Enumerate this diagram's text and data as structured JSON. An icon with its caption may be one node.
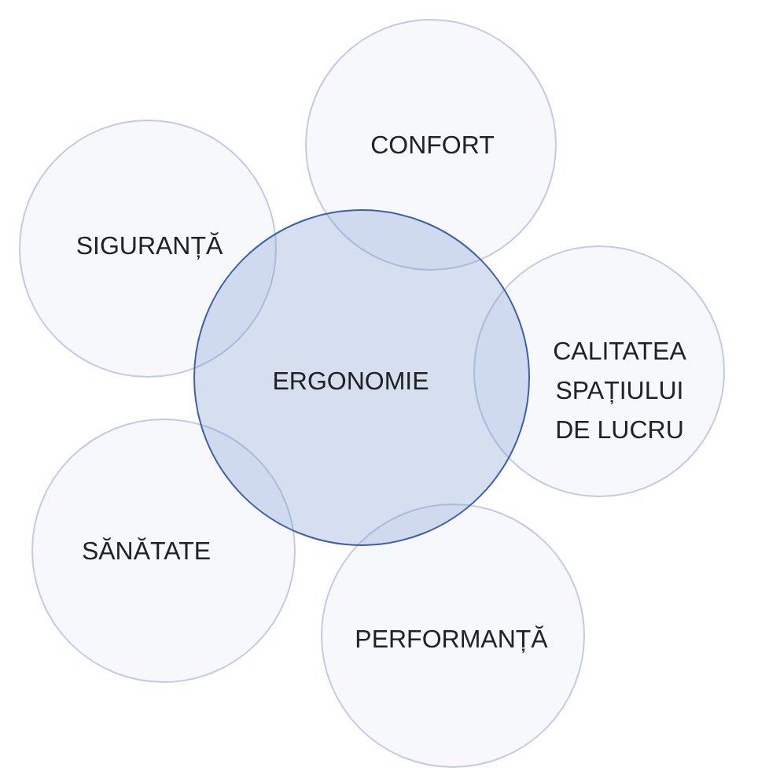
{
  "diagram": {
    "nodes": [
      {
        "text": [
          "CONFORT"
        ]
      },
      {
        "text": [
          "SIGURANȚĂ"
        ]
      },
      {
        "text": [
          "ERGONOMIE"
        ]
      },
      {
        "text": [
          "CALITATEA SPAȚIULUI DE LUCRU"
        ]
      },
      {
        "text": [
          "SĂNĂTATE"
        ]
      },
      {
        "text": [
          "PERFORMANȚĂ"
        ]
      }
    ]
  }
}
